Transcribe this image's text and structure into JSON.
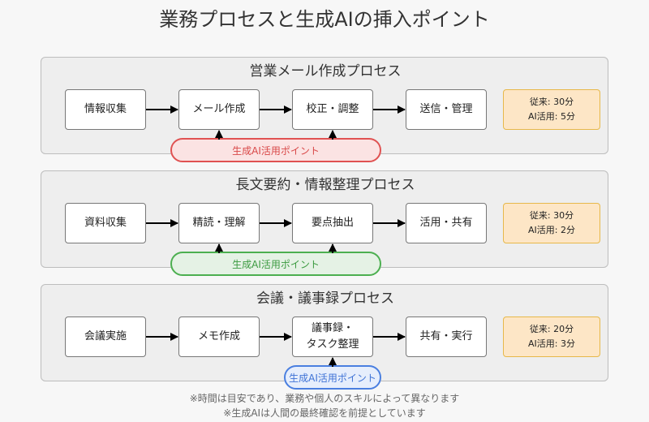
{
  "title": "業務プロセスと生成AIの挿入ポイント",
  "sections": [
    {
      "title": "営業メール作成プロセス",
      "steps": [
        "情報収集",
        "メール作成",
        "校正・調整",
        "送信・管理"
      ],
      "ai_point": "生成AI活用ポイント",
      "time_before": "従来: 30分",
      "time_after": "AI活用: 5分",
      "accent": "#e05252"
    },
    {
      "title": "長文要約・情報整理プロセス",
      "steps": [
        "資料収集",
        "精読・理解",
        "要点抽出",
        "活用・共有"
      ],
      "ai_point": "生成AI活用ポイント",
      "time_before": "従来: 30分",
      "time_after": "AI活用: 2分",
      "accent": "#4caf50"
    },
    {
      "title": "会議・議事録プロセス",
      "steps": [
        "会議実施",
        "メモ作成",
        "議事録・\nタスク整理",
        "共有・実行"
      ],
      "ai_point": "生成AI活用ポイント",
      "time_before": "従来: 20分",
      "time_after": "AI活用: 3分",
      "accent": "#4a7fe0"
    }
  ],
  "footnotes": [
    "※時間は目安であり、業務や個人のスキルによって異なります",
    "※生成AIは人間の最終確認を前提としています"
  ]
}
